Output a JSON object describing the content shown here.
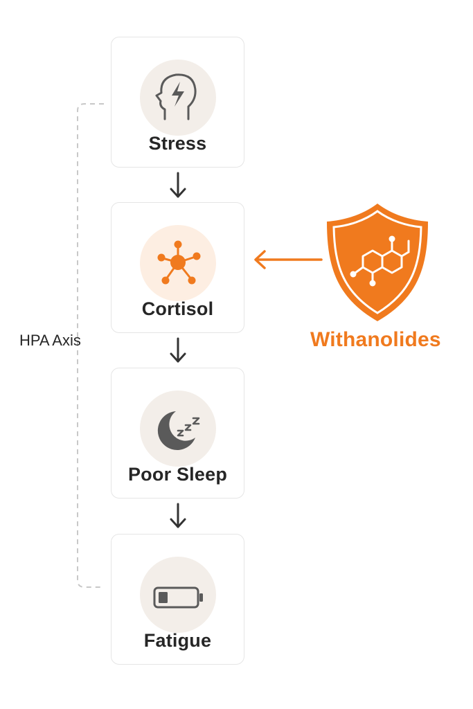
{
  "steps": [
    {
      "label": "Stress",
      "icon": "head-lightning-icon"
    },
    {
      "label": "Cortisol",
      "icon": "molecule-icon"
    },
    {
      "label": "Poor Sleep",
      "icon": "moon-sleep-icon"
    },
    {
      "label": "Fatigue",
      "icon": "low-battery-icon"
    }
  ],
  "axis": {
    "label": "HPA Axis"
  },
  "inhibitor": {
    "label": "Withanolides",
    "icon": "shield-molecule-icon"
  },
  "colors": {
    "accent": "#f07a1e",
    "text": "#262626",
    "icon_gray": "#5a5a5a",
    "circle_neutral": "#f3eee9",
    "circle_accent": "#fdeee2",
    "card_border": "#e5e5e5",
    "bracket": "#c8c8c8"
  }
}
